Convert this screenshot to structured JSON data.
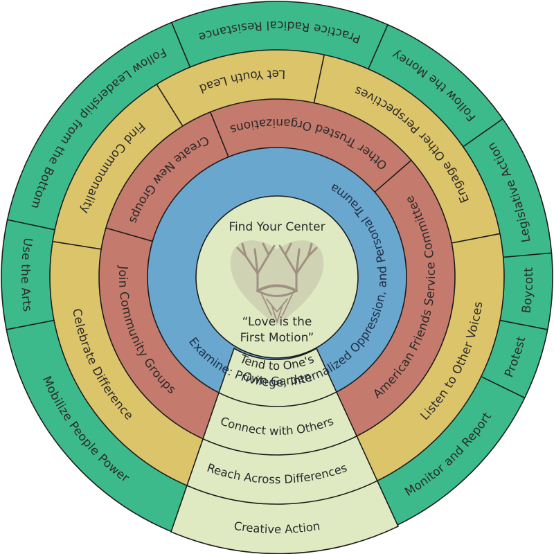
{
  "title": "Find Your Center",
  "colors": {
    "outer": "#3dba8c",
    "yellow": "#dcc46a",
    "red": "#c47a6c",
    "blue": "#6aa7cf",
    "center": "#dfeac3",
    "tree": "#9f9081",
    "line": "#1b1b1b"
  },
  "center": {
    "title": "Find Your Center",
    "icon": "heart-tree-icon",
    "quote_line1": "“Love is the",
    "quote_line2": "First Motion”"
  },
  "wedge": [
    {
      "line1": "Tend to One's",
      "line2": "Own Garden"
    },
    {
      "line1": "Connect with Others"
    },
    {
      "line1": "Reach Across Differences"
    },
    {
      "line1": "Creative Action"
    }
  ],
  "rings": {
    "blue": {
      "label": "Examine: Privilege, Internalized Oppression, and Personal Trauma"
    },
    "red": {
      "segments": [
        {
          "label": "Other Trusted Organizations"
        },
        {
          "label": "American Friends Service Committee"
        },
        {
          "label": "Join Community Groups"
        },
        {
          "label": "Create New Groups"
        }
      ]
    },
    "yellow": {
      "segments": [
        {
          "label": "Let Youth Lead"
        },
        {
          "label": "Engage Other Perspectives"
        },
        {
          "label": "Listen to Other Voices"
        },
        {
          "label": "Celebrate Difference"
        },
        {
          "label": "Find Commonality"
        }
      ]
    },
    "green": {
      "segments": [
        {
          "label": "Practice Radical Resistance"
        },
        {
          "label": "Follow the Money"
        },
        {
          "label": "Legislative Action"
        },
        {
          "label": "Boycott"
        },
        {
          "label": "Protest"
        },
        {
          "label": "Monitor and Report"
        },
        {
          "label": "Mobilize People Power"
        },
        {
          "label": "Use the Arts"
        },
        {
          "label": "Follow Leadership from the Bottom"
        }
      ]
    }
  }
}
